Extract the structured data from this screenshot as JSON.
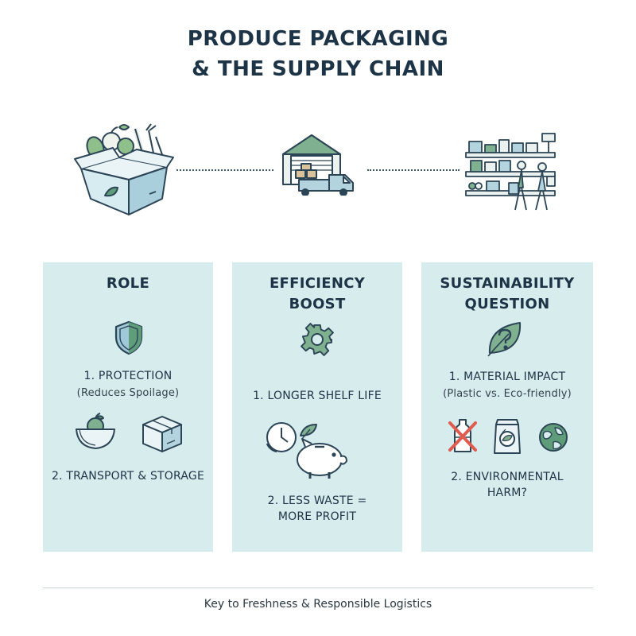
{
  "title": {
    "line1": "PRODUCE PACKAGING",
    "line2": "& THE SUPPLY CHAIN"
  },
  "flow": {
    "stages": [
      {
        "icon": "produce-box-icon"
      },
      {
        "icon": "warehouse-truck-icon"
      },
      {
        "icon": "grocery-store-icon"
      }
    ]
  },
  "panels": [
    {
      "heading": [
        "ROLE"
      ],
      "icon": "shield-icon",
      "items": [
        {
          "label": "1. PROTECTION",
          "sub": "(Reduces Spoilage)"
        },
        {
          "label": "2. TRANSPORT & STORAGE"
        }
      ],
      "item_icons": [
        "apple-bowl-icon",
        "cardboard-box-icon"
      ]
    },
    {
      "heading": [
        "EFFICIENCY",
        "BOOST"
      ],
      "icon": "gear-icon",
      "items": [
        {
          "label": "1. LONGER SHELF LIFE"
        },
        {
          "label": "2. LESS WASTE =",
          "label2": "MORE PROFIT"
        }
      ],
      "item_icons": [
        "clock-piggy-bank-icon"
      ]
    },
    {
      "heading": [
        "SUSTAINABILITY",
        "QUESTION"
      ],
      "icon": "leaf-question-icon",
      "items": [
        {
          "label": "1. MATERIAL IMPACT",
          "sub": "(Plastic vs. Eco-friendly)"
        },
        {
          "label": "2. ENVIRONMENTAL",
          "label2": "HARM?"
        }
      ],
      "item_icons": [
        "crossed-bottle-icon",
        "eco-bag-icon",
        "globe-icon"
      ]
    }
  ],
  "footer": "Key to Freshness & Responsible Logistics",
  "colors": {
    "navy": "#1d3447",
    "panel": "#d7ecec",
    "green": "#5f9c7a",
    "blue": "#9fc8d8",
    "red": "#e05a4f"
  }
}
